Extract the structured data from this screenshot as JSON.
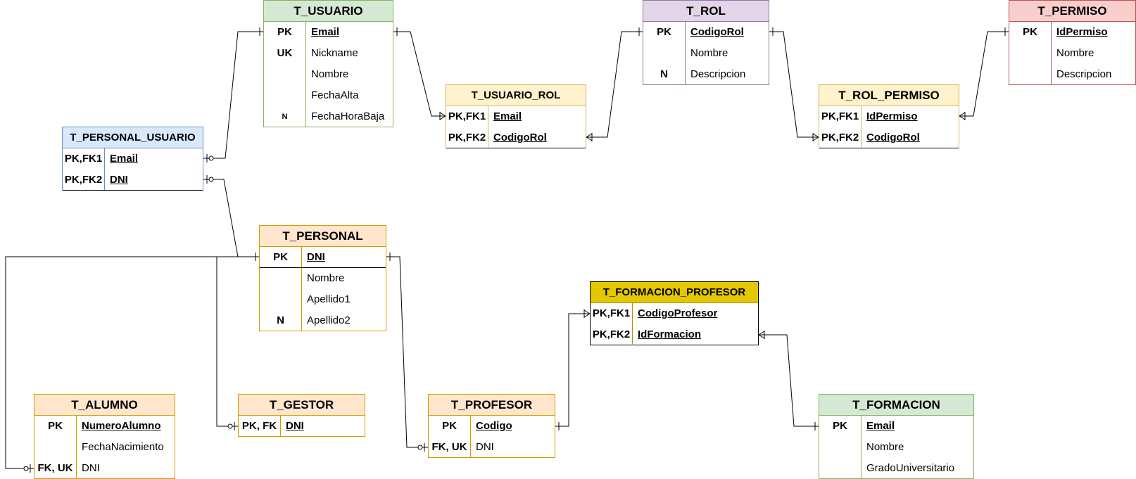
{
  "entities": {
    "t_usuario": {
      "title": "T_USUARIO",
      "rows": [
        {
          "key": "PK",
          "attr": "Email"
        },
        {
          "key": "UK",
          "attr": "Nickname"
        },
        {
          "key": "",
          "attr": "Nombre"
        },
        {
          "key": "",
          "attr": "FechaAlta"
        },
        {
          "key": "N",
          "attr": "FechaHoraBaja"
        }
      ]
    },
    "t_rol": {
      "title": "T_ROL",
      "rows": [
        {
          "key": "PK",
          "attr": "CodigoRol"
        },
        {
          "key": "",
          "attr": "Nombre"
        },
        {
          "key": "N",
          "attr": "Descripcion"
        }
      ]
    },
    "t_permiso": {
      "title": "T_PERMISO",
      "rows": [
        {
          "key": "PK",
          "attr": "IdPermiso"
        },
        {
          "key": "",
          "attr": "Nombre"
        },
        {
          "key": "",
          "attr": "Descripcion"
        }
      ]
    },
    "t_usuario_rol": {
      "title": "T_USUARIO_ROL",
      "rows": [
        {
          "key": "PK,FK1",
          "attr": "Email"
        },
        {
          "key": "PK,FK2",
          "attr": "CodigoRol"
        }
      ]
    },
    "t_rol_permiso": {
      "title": "T_ROL_PERMISO",
      "rows": [
        {
          "key": "PK,FK1",
          "attr": "IdPermiso"
        },
        {
          "key": "PK,FK2",
          "attr": "CodigoRol"
        }
      ]
    },
    "t_personal_usuario": {
      "title": "T_PERSONAL_USUARIO",
      "rows": [
        {
          "key": "PK,FK1",
          "attr": "Email"
        },
        {
          "key": "PK,FK2",
          "attr": "DNI"
        }
      ]
    },
    "t_personal": {
      "title": "T_PERSONAL",
      "rows": [
        {
          "key": "PK",
          "attr": "DNI"
        },
        {
          "key": "",
          "attr": "Nombre"
        },
        {
          "key": "",
          "attr": "Apellido1"
        },
        {
          "key": "N",
          "attr": "Apellido2"
        }
      ]
    },
    "t_formacion_profesor": {
      "title": "T_FORMACION_PROFESOR",
      "rows": [
        {
          "key": "PK,FK1",
          "attr": "CodigoProfesor"
        },
        {
          "key": "PK,FK2",
          "attr": "IdFormacion"
        }
      ]
    },
    "t_alumno": {
      "title": "T_ALUMNO",
      "rows": [
        {
          "key": "PK",
          "attr": "NumeroAlumno"
        },
        {
          "key": "",
          "attr": "FechaNacimiento"
        },
        {
          "key": "FK, UK",
          "attr": "DNI"
        }
      ]
    },
    "t_gestor": {
      "title": "T_GESTOR",
      "rows": [
        {
          "key": "PK, FK",
          "attr": "DNI"
        }
      ]
    },
    "t_profesor": {
      "title": "T_PROFESOR",
      "rows": [
        {
          "key": "PK",
          "attr": "Codigo"
        },
        {
          "key": "FK, UK",
          "attr": "DNI"
        }
      ]
    },
    "t_formacion": {
      "title": "T_FORMACION",
      "rows": [
        {
          "key": "PK",
          "attr": "Email"
        },
        {
          "key": "",
          "attr": "Nombre"
        },
        {
          "key": "",
          "attr": "GradoUniversitario"
        }
      ]
    }
  }
}
